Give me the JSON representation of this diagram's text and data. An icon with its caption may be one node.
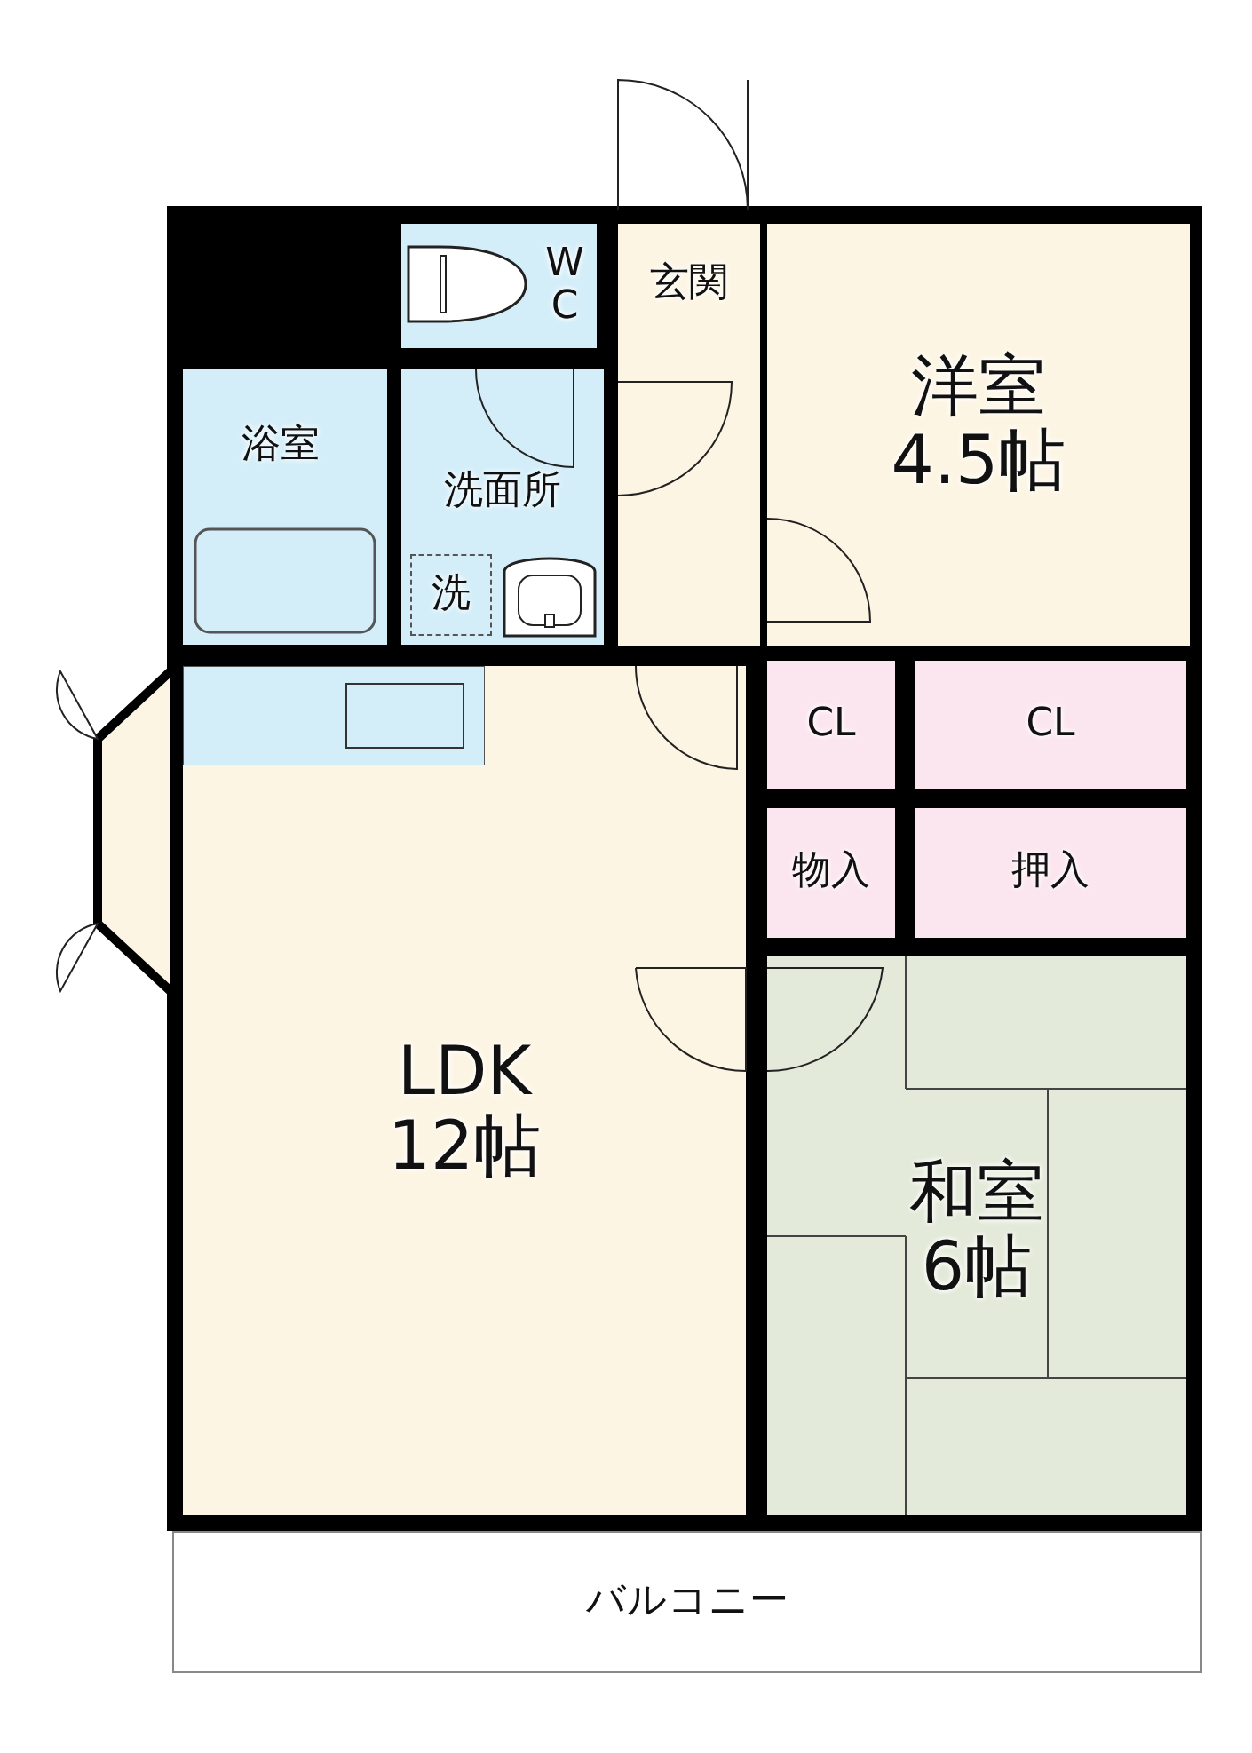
{
  "diagram": {
    "nodes": [
      {
        "text": [
          "W C"
        ]
      },
      {
        "text": [
          "玄関"
        ]
      },
      {
        "text": [
          "洋室",
          "4.5帖"
        ]
      },
      {
        "text": [
          "浴室"
        ]
      },
      {
        "text": [
          "洗面所"
        ]
      },
      {
        "text": [
          "洗"
        ],
        "in": 4
      },
      {
        "text": [
          "CL"
        ]
      },
      {
        "text": [
          "CL"
        ]
      },
      {
        "text": [
          "物入"
        ]
      },
      {
        "text": [
          "押入"
        ]
      },
      {
        "text": [
          "LDK",
          "12帖"
        ]
      },
      {
        "text": [
          "和室",
          "6帖"
        ]
      },
      {
        "text": [
          "バルコニー"
        ]
      }
    ]
  }
}
